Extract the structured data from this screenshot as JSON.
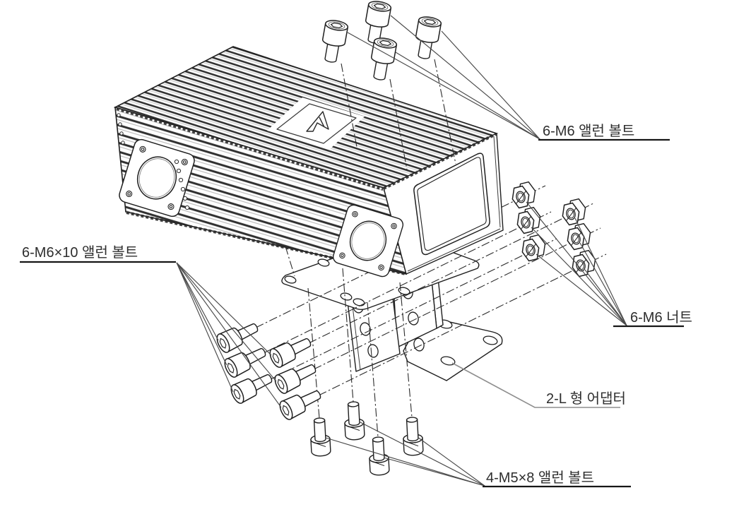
{
  "diagram": {
    "kind": "exploded-assembly-drawing",
    "background": "#ffffff",
    "ink_color": "#1f1f1f",
    "label_color": "#2e2e2e",
    "leader_color": "#4a4a4a",
    "adapter_line_color": "#8e8e8e",
    "callouts": {
      "top_bolts": {
        "text": "6-M6 앨런 볼트"
      },
      "left_bolts": {
        "text": "6-M6×10 앨런 볼트"
      },
      "nuts": {
        "text": "6-M6 너트"
      },
      "adapter": {
        "text": "2-L 형 어댑터"
      },
      "bottom_bolts": {
        "text": "4-M5×8 앨런 볼트"
      }
    }
  }
}
